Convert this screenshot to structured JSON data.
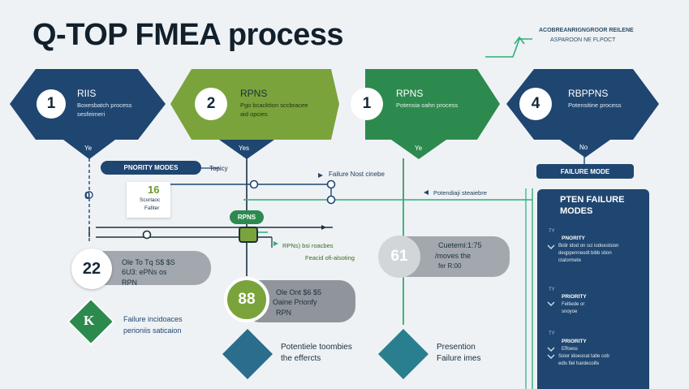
{
  "title": "Q-TOP FMEA process",
  "corner": {
    "line1": "ACOBREANRIGNGROOR REILENE",
    "line2": "ASPAROON NE FLPOCT"
  },
  "steps": [
    {
      "num": "1",
      "head": "RIIS",
      "line1": "Boxesbatch process",
      "line2": "sesfeimeri",
      "color": "#1f4670"
    },
    {
      "num": "2",
      "head": "RPNS",
      "line1": "Pgo bcacktion sccbracee",
      "line2": "aid opcies",
      "color": "#7aa43b"
    },
    {
      "num": "1",
      "head": "RPNS",
      "line1": "Potensia oahn process",
      "line2": "",
      "color": "#2d8a4e"
    },
    {
      "num": "4",
      "head": "RBPPNS",
      "line1": "Potensitine process",
      "line2": "",
      "color": "#1f4670"
    }
  ],
  "triangles": [
    "Ye",
    "Yes",
    "Ye",
    "No"
  ],
  "priority_modes": "PNORITY MODES",
  "topicy": "Topicy",
  "failure_mode": "FAILURE   MODE",
  "failure_most": "Failure Nost cinebe",
  "potential_steable": "Potendiaji steaiebre",
  "card16": {
    "num": "16",
    "line1": "Scorlaoc",
    "line2": "Fafiter"
  },
  "rpns_pill": "RPNS",
  "left_zero": "0",
  "circle22": {
    "num": "22",
    "line1": "Ole To Tq S$ $S",
    "line2": "6U3: ePNs os",
    "line3": "RPN"
  },
  "k_badge": "K",
  "failure_incidence": {
    "line1": "Failure incidoaces",
    "line2": "perioniis saticaion"
  },
  "rpn_reaches": {
    "line1": "RPNs) bsi roacbes",
    "line2": "Feacid ofi-alsoting"
  },
  "card61": {
    "num": "61",
    "line1": "Cuetemi:1:75",
    "line2": "/moves the",
    "line3": "fer R:00"
  },
  "card88": {
    "num": "88",
    "line1": "Ole Ont $6 $5",
    "line2": "Oaine Prionfy",
    "line3": "RPN"
  },
  "diamond_text_1": {
    "line1": "Potentiele toombies",
    "line2": "the effercts"
  },
  "diamond_text_2": {
    "line1": "Presention",
    "line2": "Failure imes"
  },
  "panel": {
    "title1": "PTEN FAILURE",
    "title2": "MODES",
    "sections": [
      {
        "mark": "TY",
        "head": "PNORITY",
        "line1": "Bidir idod on sci iodoestsion",
        "line2": "deqppenneodt bibb stion",
        "line3": "ctalormete"
      },
      {
        "mark": "TY",
        "head": "PRIORITY",
        "line1": "Feltiede or",
        "line2": "snoyoe",
        "line3": ""
      },
      {
        "mark": "TY",
        "head": "PRIORITY",
        "line1": "Effoess",
        "line2": "Soior idoesnat tatle cob",
        "line3": "edis fiel hardecoife"
      }
    ]
  },
  "colors": {
    "navy": "#1f4670",
    "olive": "#7aa43b",
    "green": "#2d8a4e",
    "teal": "#2a7f8e",
    "grey": "#8f959a"
  }
}
